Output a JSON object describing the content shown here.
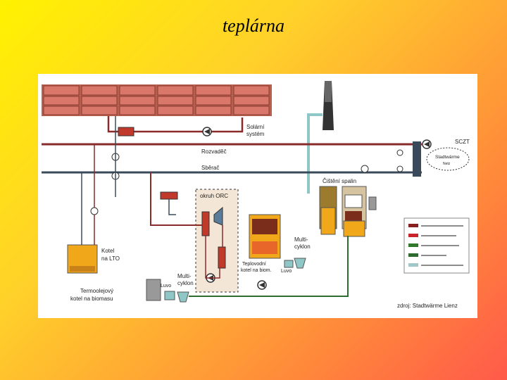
{
  "slide": {
    "title": "teplárna"
  },
  "diagram": {
    "labels": {
      "solar": [
        "Solární",
        "systém"
      ],
      "rozvadec": "Rozvaděč",
      "sberac": "Sběrač",
      "sczt": "SCZT",
      "stadtwarme": [
        "Stadtwärme",
        "Netz"
      ],
      "cisteni": "Čištění spalin",
      "orc": "okruh ORC",
      "kotel_lto": [
        "Kotel",
        "na LTO"
      ],
      "termoolejovy": [
        "Termoolejový",
        "kotel na biomasu"
      ],
      "teplovodni": [
        "Teplovodní",
        "kotel na biom."
      ],
      "multicyklon_right": [
        "Multi-",
        "cyklon"
      ],
      "multicyklon_left": [
        "Multi-",
        "cyklon"
      ],
      "luvo_right": "Luvo",
      "luvo_left": "Luvo",
      "zdroj": "zdroj: Stadtwärme Lienz"
    },
    "legend_colors": [
      "#8a1f1f",
      "#c8242a",
      "#2f7a2a",
      "#2e6b2e",
      "#a0c8c8"
    ],
    "colors": {
      "hot_line": "#8a2b2b",
      "return_line": "#3a4a5a",
      "green_line": "#2e6b2e",
      "flue_line": "#8fc7c7",
      "solar_panel": "#d9786a"
    }
  }
}
